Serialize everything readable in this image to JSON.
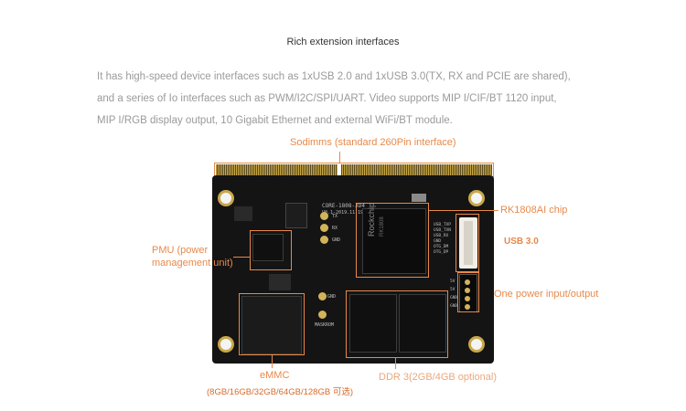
{
  "header": {
    "title": "Rich extension interfaces"
  },
  "description": {
    "lines": [
      "It has high-speed device interfaces such as 1xUSB 2.0 and 1xUSB 3.0(TX, RX and PCIE are shared),",
      "and a series of Io interfaces such as PWM/I2C/SPI/UART. Video supports MIP I/CIF/BT 1120 input,",
      "MIP I/RGB display output, 10 Gigabit Ethernet and external WiFi/BT module."
    ]
  },
  "callouts": {
    "sodimm": "Sodimms (standard 260Pin interface)",
    "chip": "RK1808AI chip",
    "usb": "USB 3.0",
    "power": "One power input/output",
    "pmu_line1": "PMU (power",
    "pmu_line2": "management unit)",
    "emmc_title": "eMMC",
    "emmc_sizes": "(8GB/16GB/32GB/64GB/128GB 可选)",
    "ddr": "DDR 3(2GB/4GB optional)"
  },
  "board": {
    "model": "CORE-1808-JD4",
    "version": "V0.1-2019.11.19",
    "pin_tx": "TX",
    "pin_rx": "RX",
    "pin_gnd": "GND",
    "gnd_bottom": "GND",
    "maskrom": "MASKROM",
    "chip_brand": "Rockchip",
    "chip_id": "RK1808",
    "usb_labels": [
      "USB_TXP",
      "USB_TXN",
      "USB_RX",
      "GND",
      "OTG_DM",
      "OTG_DP"
    ],
    "power_labels": [
      "5V",
      "5V",
      "GND",
      "GND"
    ]
  },
  "colors": {
    "accent": "#e8894a",
    "board": "#141414",
    "gold": "#c9a84a"
  }
}
